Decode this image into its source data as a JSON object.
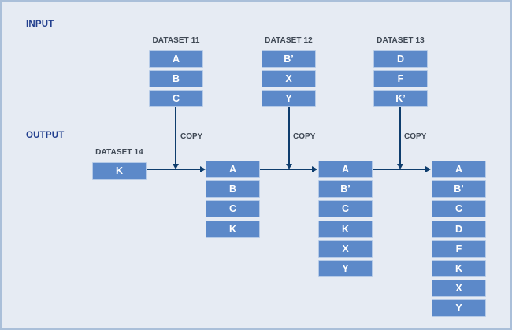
{
  "labels": {
    "input": "INPUT",
    "output": "OUTPUT"
  },
  "copy_labels": [
    "COPY",
    "COPY",
    "COPY"
  ],
  "input_datasets": [
    {
      "title": "DATASET 11",
      "items": [
        "A",
        "B",
        "C"
      ]
    },
    {
      "title": "DATASET 12",
      "items": [
        "B’",
        "X",
        "Y"
      ]
    },
    {
      "title": "DATASET 13",
      "items": [
        "D",
        "F",
        "K’"
      ]
    }
  ],
  "output_seed_dataset": {
    "title": "DATASET 14",
    "items": [
      "K"
    ]
  },
  "output_stacks": [
    {
      "items": [
        "A",
        "B",
        "C",
        "K"
      ]
    },
    {
      "items": [
        "A",
        "B’",
        "C",
        "K",
        "X",
        "Y"
      ]
    },
    {
      "items": [
        "A",
        "B’",
        "C",
        "D",
        "F",
        "K",
        "X",
        "Y"
      ]
    }
  ],
  "colors": {
    "background": "#e6ebf3",
    "frame_border": "#aabfd9",
    "box_fill": "#5c89c9",
    "box_text": "#ffffff",
    "arrow": "#0e3d6d",
    "section_label": "#223f8e",
    "caption_text": "#3f4854"
  }
}
